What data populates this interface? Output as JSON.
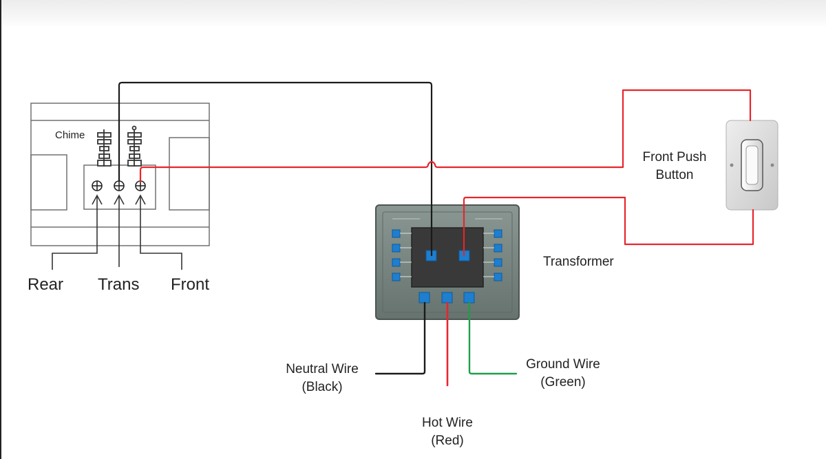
{
  "labels": {
    "chime": "Chime",
    "rear": "Rear",
    "trans": "Trans",
    "front": "Front",
    "front_push_button_line1": "Front Push",
    "front_push_button_line2": "Button",
    "transformer": "Transformer",
    "neutral_wire_line1": "Neutral Wire",
    "neutral_wire_line2": "(Black)",
    "ground_wire_line1": "Ground Wire",
    "ground_wire_line2": "(Green)",
    "hot_wire_line1": "Hot Wire",
    "hot_wire_line2": "(Red)"
  },
  "colors": {
    "black_wire": "#1a1a1a",
    "red_wire": "#e8252b",
    "green_wire": "#1f9e49",
    "transformer_body": "#768480",
    "transformer_core": "#3a3a3a",
    "terminal_blue": "#1e7ecf",
    "chime_outline": "#6e6e6e",
    "button_plate": "#dcdcdc"
  }
}
